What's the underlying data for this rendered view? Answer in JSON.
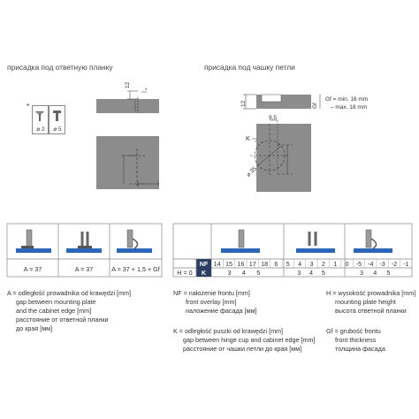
{
  "headings": {
    "left": "присадка под ответную планку",
    "right": "присадка под чашку петли"
  },
  "screws": {
    "d1": "⌀ 2",
    "d2": "⌀ 5"
  },
  "left_drawing": {
    "dim_12": "12",
    "dim_32": "32",
    "label_a": "A"
  },
  "right_drawing": {
    "dim_12": "12",
    "dim_gf": "Gf",
    "gf_min": "Gf = min. 16 mm",
    "gf_max": "– max. 18 mm",
    "dim_9_5": "9,5",
    "label_k": "K",
    "dim_35": "⌀ 35",
    "dim_45": "45"
  },
  "table_left": {
    "values": [
      "A = 37",
      "A = 37",
      "A = 37 + 1,5 + Gf"
    ]
  },
  "table_right": {
    "nf_label": "NF",
    "k_label": "K",
    "h0_label": "H = 0",
    "nf": [
      "14",
      "15",
      "16",
      "17",
      "18",
      "6",
      "5",
      "4",
      "3",
      "2",
      "1",
      "0",
      "-5",
      "-4",
      "-3",
      "-2",
      "-1"
    ],
    "k": [
      "3",
      "4",
      "5",
      "3",
      "4",
      "5",
      "3",
      "4",
      "5"
    ]
  },
  "legend": {
    "a1": "A = odległość prowadnika od krawędzi [mm]",
    "a2": "gap between mounting plate",
    "a3": "and the cabinet edge [mm]",
    "a4": "расстояние от ответной планки",
    "a5": "до края [мм]",
    "nf1": "NF = nałożenie frontu [mm]",
    "nf2": "front overlay [mm]",
    "nf3": "наложение фасада [мм]",
    "k1": "K = odległość puszki od krawędzi [mm]",
    "k2": "gap between hinge cup and cabinet edge [mm]",
    "k3": "расстояние от чашки петли до края [мм]",
    "h1": "H = wysokość prowadnika [mm]",
    "h2": "mounting plate height",
    "h3": "высота ответной планки",
    "gf1": "Gf = grubość frontu",
    "gf2": "front thickness",
    "gf3": "толщина фасада"
  }
}
